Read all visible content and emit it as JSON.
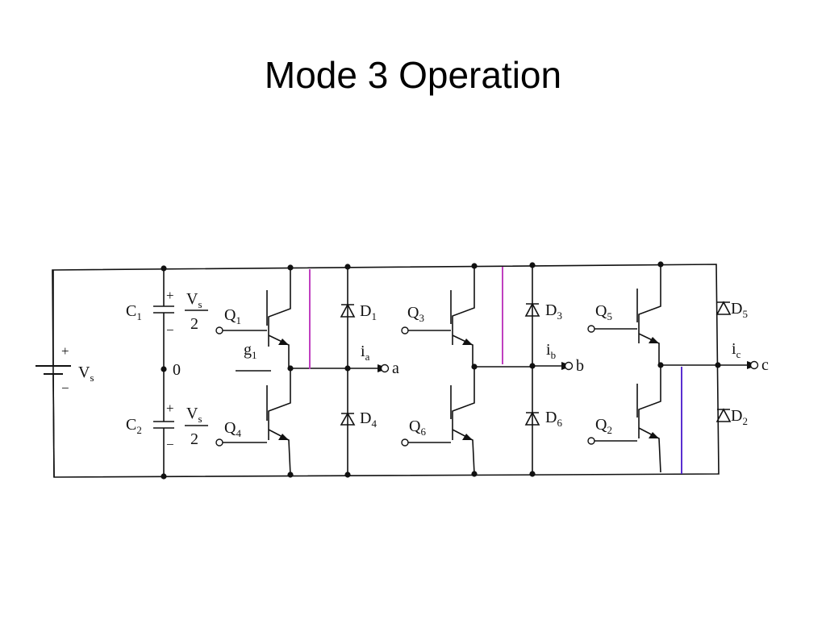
{
  "title": "Mode 3 Operation",
  "colors": {
    "current_path_magenta": "#c040c0",
    "current_path_blue": "#5a2fd0"
  },
  "circuit": {
    "source": {
      "name": "V",
      "sub": "s",
      "plus": "+",
      "minus": "−"
    },
    "capacitors": [
      {
        "name": "C",
        "sub": "1",
        "vnum": "V",
        "vsub": "s",
        "vden": "2",
        "plus": "+",
        "minus": "−"
      },
      {
        "name": "C",
        "sub": "2",
        "vnum": "V",
        "vsub": "s",
        "vden": "2",
        "plus": "+",
        "minus": "−"
      }
    ],
    "midpoint": "0",
    "transistors": [
      {
        "name": "Q",
        "sub": "1"
      },
      {
        "name": "Q",
        "sub": "4"
      },
      {
        "name": "Q",
        "sub": "3"
      },
      {
        "name": "Q",
        "sub": "6"
      },
      {
        "name": "Q",
        "sub": "5"
      },
      {
        "name": "Q",
        "sub": "2"
      }
    ],
    "diodes": [
      {
        "name": "D",
        "sub": "1"
      },
      {
        "name": "D",
        "sub": "4"
      },
      {
        "name": "D",
        "sub": "3"
      },
      {
        "name": "D",
        "sub": "6"
      },
      {
        "name": "D",
        "sub": "5"
      },
      {
        "name": "D",
        "sub": "2"
      }
    ],
    "gate_label": {
      "name": "g",
      "sub": "1"
    },
    "currents": [
      {
        "name": "i",
        "sub": "a",
        "terminal": "a"
      },
      {
        "name": "i",
        "sub": "b",
        "terminal": "b"
      },
      {
        "name": "i",
        "sub": "c",
        "terminal": "c"
      }
    ]
  }
}
